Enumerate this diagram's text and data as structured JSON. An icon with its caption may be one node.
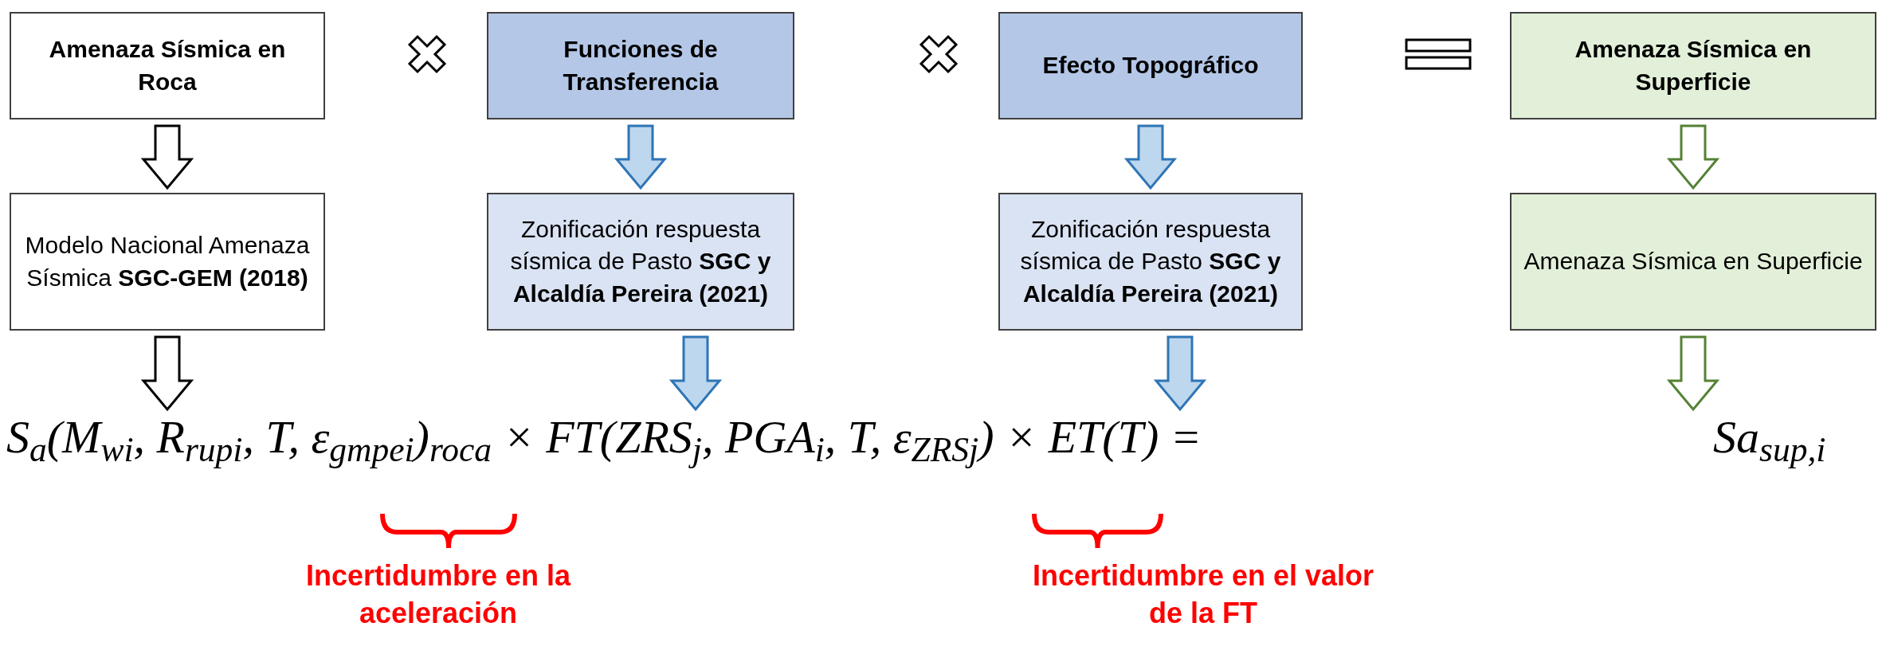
{
  "diagram": {
    "nodes": [
      {
        "text": [
          "Amenaza Sísmica en Roca"
        ]
      },
      {
        "text": [
          "Funciones de Transferencia"
        ]
      },
      {
        "text": [
          "Efecto Topográfico"
        ]
      },
      {
        "text": [
          "Amenaza Sísmica en Superficie"
        ]
      },
      {
        "text": [
          "Modelo Nacional Amenaza Sísmica **SGC-GEM (2018)**"
        ]
      },
      {
        "text": [
          "Zonificación respuesta sísmica de Pasto **SGC y Alcaldía Pereira (2021)**"
        ]
      },
      {
        "text": [
          "Zonificación respuesta sísmica de Pasto **SGC y Alcaldía Pereira (2021)**"
        ]
      },
      {
        "text": [
          "Amenaza Sísmica en Superficie"
        ]
      },
      {
        "text": [
          "S$_{a}$(M$_{wi}$, R$_{rupi}$, T, ε$_{gmpei}$)$_{roca}$ × FT(ZRS$_{j}$, PGA$_{i}$, T, ε$_{ZRSj}$) × ET(T) ="
        ]
      },
      {
        "text": [
          "Sa$_{sup,i}$"
        ]
      }
    ],
    "edges": [
      {
        "from": 0,
        "to": 4,
        "arrow": "to",
        "color": "#000000"
      },
      {
        "from": 1,
        "to": 5,
        "arrow": "to"
      },
      {
        "from": 2,
        "to": 6,
        "arrow": "to"
      },
      {
        "from": 3,
        "to": 7,
        "arrow": "to",
        "color": "#548235"
      },
      {
        "from": 4,
        "to": 8,
        "arrow": "to",
        "color": "#000000"
      },
      {
        "from": 5,
        "to": 8,
        "arrow": "to"
      },
      {
        "from": 6,
        "to": 8,
        "arrow": "to"
      },
      {
        "from": 7,
        "to": 9,
        "arrow": "to",
        "color": "#548235"
      }
    ],
    "labels": [
      "Incertidumbre en la aceleración",
      "Incertidumbre en el valor de la FT"
    ]
  }
}
